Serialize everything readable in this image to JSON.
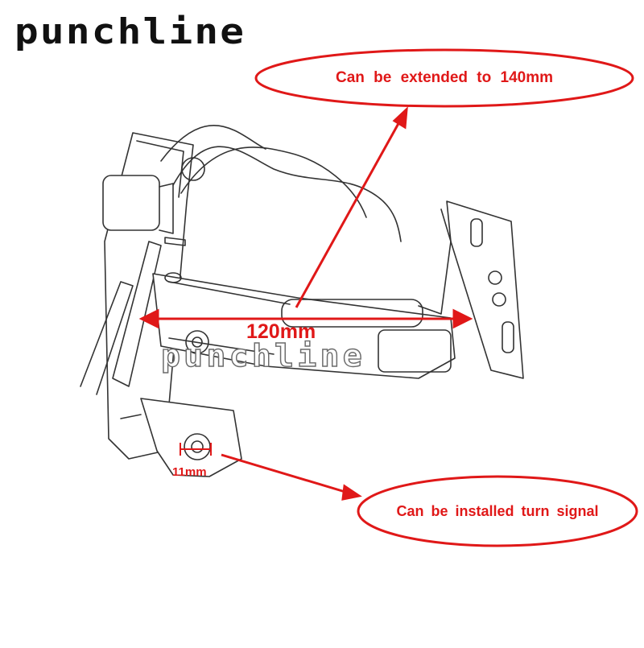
{
  "brand": {
    "logo_text": "punchline",
    "watermark_text": "punchline"
  },
  "callouts": {
    "extend_note": "Can be extended to 140mm",
    "turn_signal_note": "Can be installed turn signal"
  },
  "dimensions": {
    "width_label": "120mm",
    "hole_label": "11mm"
  },
  "colors": {
    "annotation": "#e01818",
    "sketch_line": "#333333",
    "brand": "#111111"
  }
}
